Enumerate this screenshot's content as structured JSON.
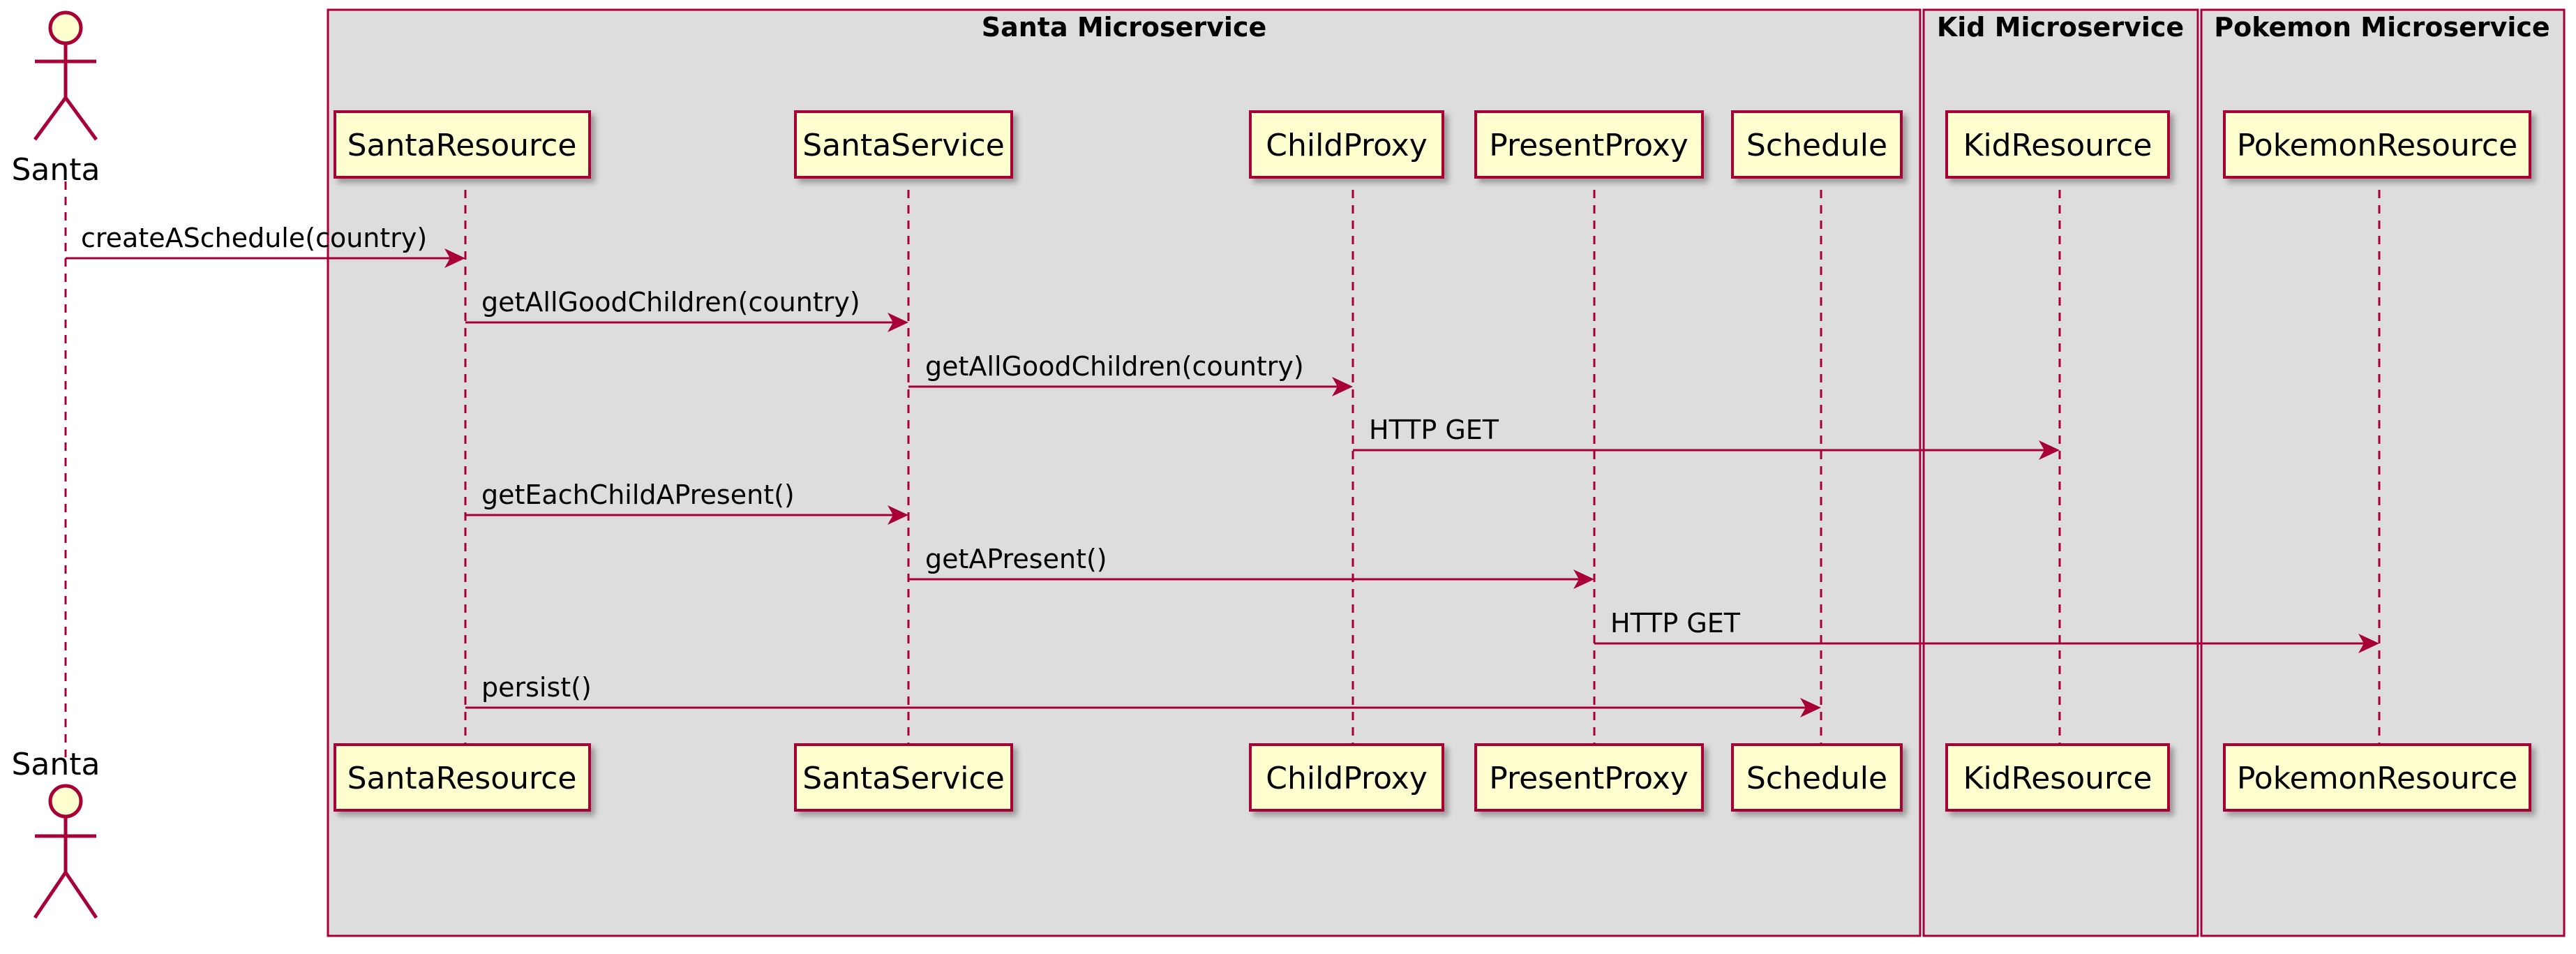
{
  "diagram": {
    "type": "sequence",
    "colors": {
      "line": "#A80036",
      "participant_fill": "#FEFECE",
      "box_fill": "#DDDDDD",
      "text": "#000000"
    },
    "actor": {
      "name": "Santa",
      "icon": "stick-figure-icon"
    },
    "boxes": [
      {
        "title": "Santa Microservice",
        "participants": [
          "SantaResource",
          "SantaService",
          "ChildProxy",
          "PresentProxy",
          "Schedule"
        ]
      },
      {
        "title": "Kid Microservice",
        "participants": [
          "KidResource"
        ]
      },
      {
        "title": "Pokemon Microservice",
        "participants": [
          "PokemonResource"
        ]
      }
    ],
    "participants": [
      "SantaResource",
      "SantaService",
      "ChildProxy",
      "PresentProxy",
      "Schedule",
      "KidResource",
      "PokemonResource"
    ],
    "messages": [
      {
        "from": "Santa",
        "to": "SantaResource",
        "label": "createASchedule(country)"
      },
      {
        "from": "SantaResource",
        "to": "SantaService",
        "label": "getAllGoodChildren(country)"
      },
      {
        "from": "SantaService",
        "to": "ChildProxy",
        "label": "getAllGoodChildren(country)"
      },
      {
        "from": "ChildProxy",
        "to": "KidResource",
        "label": "HTTP GET"
      },
      {
        "from": "SantaResource",
        "to": "SantaService",
        "label": "getEachChildAPresent()"
      },
      {
        "from": "SantaService",
        "to": "PresentProxy",
        "label": "getAPresent()"
      },
      {
        "from": "PresentProxy",
        "to": "PokemonResource",
        "label": "HTTP GET"
      },
      {
        "from": "SantaResource",
        "to": "Schedule",
        "label": "persist()"
      }
    ]
  }
}
